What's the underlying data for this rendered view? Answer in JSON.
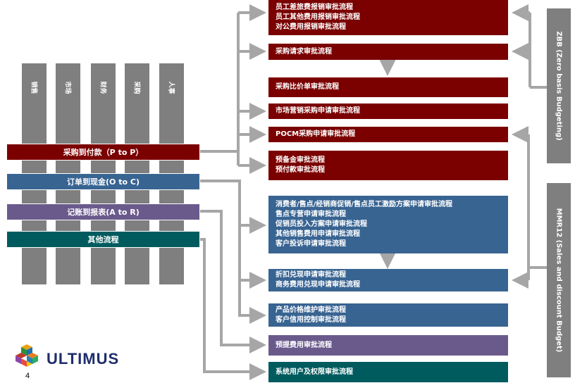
{
  "columns": [
    "销售",
    "市场",
    "财务",
    "采购",
    "人事"
  ],
  "left_bars": [
    {
      "label": "采购到付款（P to P）",
      "color": "#7b0000"
    },
    {
      "label": "订单到现金(O to C)",
      "color": "#386492"
    },
    {
      "label": "记账到报表(A to R)",
      "color": "#6a5a8c"
    },
    {
      "label": "其他流程",
      "color": "#005b5f"
    }
  ],
  "right_boxes": [
    {
      "lines": [
        "员工差旅费报销审批流程",
        "员工其他费用报销审批流程",
        "对公费用报销审批流程"
      ],
      "color": "#7b0000"
    },
    {
      "lines": [
        "采购请求审批流程"
      ],
      "color": "#7b0000"
    },
    {
      "lines": [
        "采购比价单审批流程"
      ],
      "color": "#7b0000"
    },
    {
      "lines": [
        "市场营销采购申请审批流程"
      ],
      "color": "#7b0000"
    },
    {
      "lines": [
        "POCM采购申请审批流程"
      ],
      "color": "#7b0000"
    },
    {
      "lines": [
        "预备金审批流程",
        "预付款审批流程"
      ],
      "color": "#7b0000"
    },
    {
      "lines": [
        "消费者/售点/经销商促销/售点员工激励方案申请审批流程",
        "售点专营申请审批流程",
        "促销员投入方案申请审批流程",
        "其他销售费用申请审批流程",
        "客户投诉申请审批流程"
      ],
      "color": "#386492"
    },
    {
      "lines": [
        "折扣兑现申请审批流程",
        "商务费用兑现申请审批流程"
      ],
      "color": "#386492"
    },
    {
      "lines": [
        "产品价格维护审批流程",
        "客户信用控制审批流程"
      ],
      "color": "#386492"
    },
    {
      "lines": [
        "预提费用审批流程"
      ],
      "color": "#6a5a8c"
    },
    {
      "lines": [
        "系统用户及权限审批流程"
      ],
      "color": "#005b5f"
    }
  ],
  "side_labels": [
    "ZBB (Zero basis Budgeting)",
    "MMR12 (Sales and discount Budget)"
  ],
  "logo_text": "ULTIMUS",
  "page_number": "4"
}
